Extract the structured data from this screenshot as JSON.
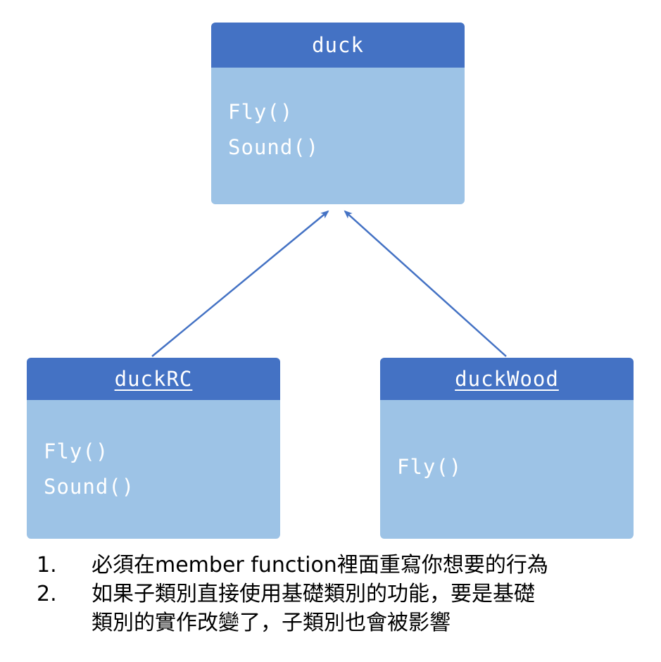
{
  "diagram": {
    "parent": {
      "title": "duck",
      "methods": [
        "Fly()",
        "Sound()"
      ]
    },
    "children": [
      {
        "title": "duckRC",
        "methods": [
          "Fly()",
          "Sound()"
        ]
      },
      {
        "title": "duckWood",
        "methods": [
          "Fly()"
        ]
      }
    ]
  },
  "notes": {
    "items": [
      {
        "number": "1.",
        "lines": [
          "必須在member function裡面重寫你想要的行為"
        ]
      },
      {
        "number": "2.",
        "lines": [
          "如果子類別直接使用基礎類別的功能，要是基礎",
          "類別的實作改變了，子類別也會被影響"
        ]
      }
    ]
  },
  "colors": {
    "header_blue": "#4472C4",
    "body_blue": "#9DC3E6",
    "arrow_blue": "#4472C4",
    "box_text": "#FFFFFF",
    "notes_text": "#000000"
  }
}
